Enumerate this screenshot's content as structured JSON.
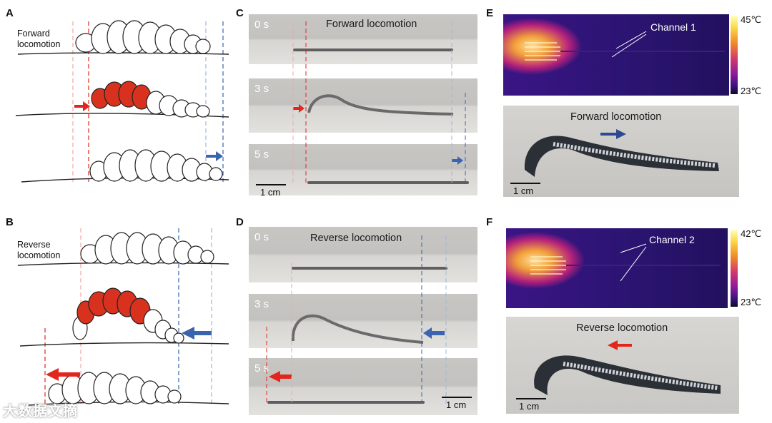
{
  "panels": {
    "A": {
      "label": "A",
      "caption_line1": "Forward",
      "caption_line2": "locomotion"
    },
    "B": {
      "label": "B",
      "caption_line1": "Reverse",
      "caption_line2": "locomotion"
    },
    "C": {
      "label": "C",
      "title": "Forward locomotion",
      "times": [
        "0 s",
        "3 s",
        "5 s"
      ],
      "scale": "1 cm"
    },
    "D": {
      "label": "D",
      "title": "Reverse locomotion",
      "times": [
        "0 s",
        "3 s",
        "5 s"
      ],
      "scale": "1 cm"
    },
    "E": {
      "label": "E",
      "channel": "Channel 1",
      "temp_max": "45℃",
      "temp_min": "23℃",
      "photo_title": "Forward locomotion",
      "scale": "1 cm"
    },
    "F": {
      "label": "F",
      "channel": "Channel 2",
      "temp_max": "42℃",
      "temp_min": "23℃",
      "photo_title": "Reverse locomotion",
      "scale": "1 cm"
    }
  },
  "colors": {
    "forward_arrow": "#e3261d",
    "reverse_arrow": "#3a64ad",
    "segment_fill": "#d8321e",
    "line": "#222222"
  },
  "watermark": "大数据文摘"
}
